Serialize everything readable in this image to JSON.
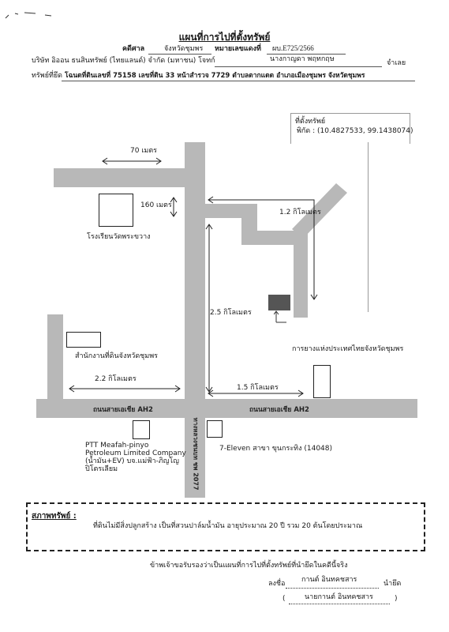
{
  "header": {
    "title": "แผนที่การไปที่ตั้งทรัพย์",
    "case_label": "คดีศาล",
    "court": "จังหวัดชุมพร",
    "case_no_label": "หมายเลขแดงที่",
    "case_no": "ผบ.E725/2566",
    "plaintiff": "บริษัท อิออน ธนสินทรัพย์ (ไทยแลนด์) จำกัด (มหาชน) โจทก์",
    "defendant": "นางกาญดา พฤทกฤษ",
    "defendant_role": "จำเลย",
    "property_label": "ทรัพย์ที่ยึด",
    "property": "โฉนดที่ดินเลขที่ 75158 เลขที่ดิน 33 หน้าสำรวจ 7729 ตำบลตากแดด อำเภอเมืองชุมพร จังหวัดชุมพร"
  },
  "map": {
    "location_title": "ที่ตั้งทรัพย์",
    "coordinates": "พิกัด : (10.4827533, 99.1438074)",
    "labels": {
      "d70": "70 เมตร",
      "d160": "160 เมตร",
      "d12km": "1.2 กิโลเมตร",
      "d25km": "2.5 กิโลเมตร",
      "d22km": "2.2 กิโลเมตร",
      "d15km": "1.5 กิโลเมตร",
      "school": "โรงเรียนวัดพระขวาง",
      "land_office": "สำนักงานที่ดินจังหวัดชุมพร",
      "rubber_authority": "การยางแห่งประเทศไทยจังหวัดชุมพร",
      "road_left": "ถนนสายเอเชีย AH2",
      "road_right": "ถนนสายเอเชีย AH2",
      "road_vertical": "ทางหลวงชนบท ชพ 2077",
      "ptt_line1": "PTT Meafah-pinyo",
      "ptt_line2": "Petroleum Limited Company",
      "ptt_line3": "(น้ำมัน+EV) บจ.แม่ฟ้า-ภิญโญ",
      "ptt_line4": "ปิโตรเลียม",
      "seven": "7-Eleven สาขา ขุนกระทิง (14048)"
    }
  },
  "condition": {
    "label": "สภาพทรัพย์ :",
    "text": "ที่ดินไม่มีสิ่งปลูกสร้าง เป็นที่สวนปาล์มน้ำมัน อายุประมาณ 20 ปี รวม 20 ต้นโดยประมาณ"
  },
  "footer": {
    "certify": "ข้าพเจ้าขอรับรองว่าเป็นแผนที่การไปที่ตั้งทรัพย์ที่นำยึดในคดีนี้จริง",
    "sign_label": "ลงชื่อ",
    "sign_name": "กานต์ อินทคชสาร",
    "sign_role": "นำยึด",
    "printed_name": "นายกานต์ อินทคชสาร"
  }
}
